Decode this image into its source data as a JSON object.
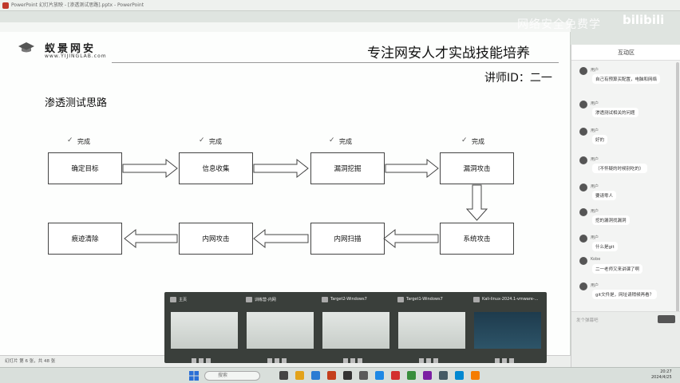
{
  "window": {
    "title": "PowerPoint 幻灯片放映 - [渗透测试思路].pptx - PowerPoint"
  },
  "watermark": {
    "text": "网络安全免费学",
    "logo": "bilibili"
  },
  "slide": {
    "brand_name": "蚁景网安",
    "brand_url": "www.YIJINGLAB.com",
    "slogan": "专注网安人才实战技能培养",
    "lecturer": "讲师ID：二一",
    "section_title": "渗透测试思路",
    "done_label": "完成",
    "row1": [
      "确定目标",
      "信息收集",
      "漏洞挖掘",
      "漏洞攻击"
    ],
    "row2": [
      "系统攻击",
      "内网扫描",
      "内网攻击",
      "痕迹清除"
    ]
  },
  "chat": {
    "header": "互动区",
    "messages": [
      {
        "name": "用户",
        "text": "自己有预算买配置，电脑和网络"
      },
      {
        "name": "用户",
        "text": "渗透测试相关的问题"
      },
      {
        "name": "用户",
        "text": "好的"
      },
      {
        "name": "用户",
        "text": "（不怀疑的时候别吃的）"
      },
      {
        "name": "用户",
        "text": "要请零人"
      },
      {
        "name": "用户",
        "text": "挖的漏洞找漏洞"
      },
      {
        "name": "用户",
        "text": "什么是git"
      },
      {
        "name": "Kobe",
        "text": "二一老师又来讲课了啊"
      },
      {
        "name": "用户",
        "text": "git文件是，网址请稍候再看？"
      }
    ],
    "input_placeholder": "发个弹幕吧"
  },
  "statusbar": {
    "text": "幻灯片 第 6 张，共 48 张"
  },
  "thumbs": [
    {
      "title": "主页"
    },
    {
      "title": "训练营-内网"
    },
    {
      "title": "Target2-Windows7"
    },
    {
      "title": "Target1-Windows7"
    },
    {
      "title": "Kali-linux-2024.1-vmware-..."
    }
  ],
  "taskbar": {
    "search_placeholder": "搜索",
    "time": "20:27",
    "date": "2024/4/25"
  }
}
